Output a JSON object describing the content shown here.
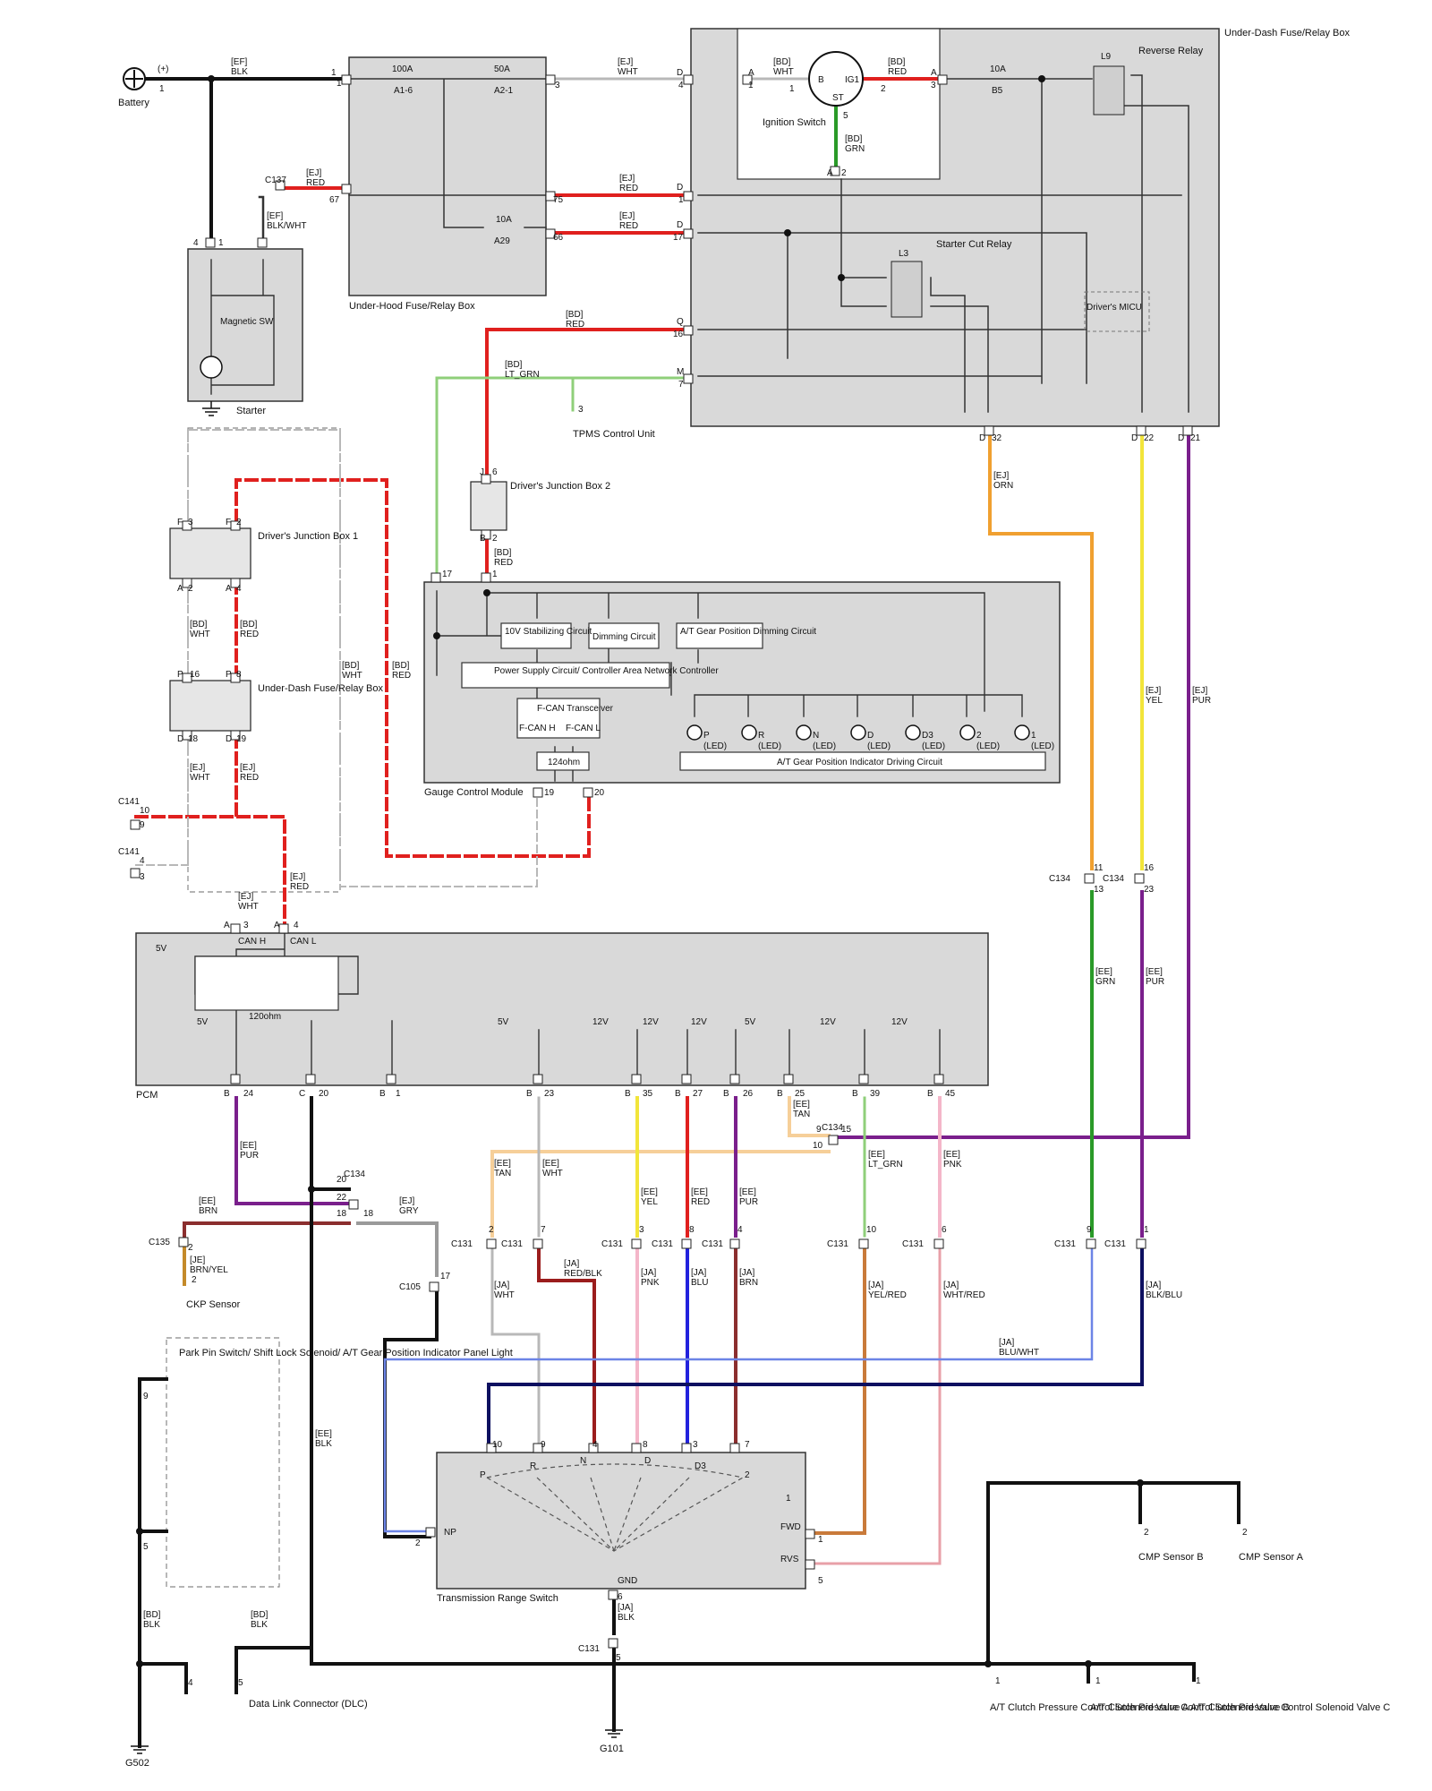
{
  "colors": {
    "BLK": "#111111",
    "RED": "#e0201e",
    "WHT": "#b8b8b8",
    "GRN": "#2a9a28",
    "LT_GRN": "#8fcf7a",
    "ORN": "#f0a030",
    "YEL": "#f2e53a",
    "PUR": "#7a1f8c",
    "BRN": "#8b2e2e",
    "GRY": "#9a9a9a",
    "TAN": "#f6cf99",
    "PNK": "#f4b6c9",
    "BLU": "#2222dd",
    "BLK_BLU": "#0d1060",
    "BLU_WHT": "#6c84e6",
    "YEL_RED": "#c97a3a",
    "WHT_RED": "#e8a0a8",
    "RED_BLK": "#9b1d1d",
    "BRN_YEL": "#c48a2a"
  },
  "components": {
    "battery": "Battery",
    "battery_plus": "(+)",
    "battery_pin": "1",
    "starter": "Starter",
    "magnetic_sw": "Magnetic SW",
    "underhood_box": "Under-Hood Fuse/Relay Box",
    "underdash_box": "Under-Dash Fuse/Relay Box",
    "ignition_switch": "Ignition Switch",
    "reverse_relay": "Reverse Relay",
    "starter_cut_relay": "Starter Cut Relay",
    "drivers_micu": "Driver's MICU",
    "tpms": "TPMS Control Unit",
    "djb2": "Driver's Junction Box 2",
    "djb1": "Driver's Junction Box 1",
    "udfrb_left": "Under-Dash Fuse/Relay Box",
    "gauge": "Gauge Control Module",
    "pcm": "PCM",
    "ckp": "CKP Sensor",
    "park_pin": "Park Pin Switch/ Shift Lock Solenoid/ A/T Gear Position Indicator Panel Light",
    "dlc": "Data Link Connector (DLC)",
    "g502": "G502",
    "g101": "G101",
    "trs": "Transmission Range Switch",
    "cmp_b": "CMP Sensor B",
    "cmp_a": "CMP Sensor A",
    "sol_a": "A/T Clutch Pressure Control Solenoid Valve A",
    "sol_b": "A/T Clutch Pressure Control Solenoid Valve B",
    "sol_c": "A/T Clutch Pressure Control Solenoid Valve C"
  },
  "fuses": {
    "f100": "100A",
    "f100_id": "A1-6",
    "f50": "50A",
    "f50_id": "A2-1",
    "f10a": "10A",
    "f10a_id": "A29",
    "f10b": "10A",
    "f10b_id": "B5"
  },
  "relays": {
    "l9": "L9",
    "l3": "L3"
  },
  "gauge_blocks": {
    "stab": "10V Stabilizing Circuit",
    "dim": "Dimming Circuit",
    "atdim": "A/T Gear Position Dimming Circuit",
    "psu": "Power Supply Circuit/ Controller Area Network Controller",
    "fcan": "F-CAN Transceiver",
    "fcanh": "F-CAN H",
    "fcanl": "F-CAN L",
    "res": "124ohm",
    "drv": "A/T Gear Position Indicator Driving Circuit",
    "leds": [
      "P",
      "R",
      "N",
      "D",
      "D3",
      "2",
      "1"
    ],
    "led_suffix": "(LED)"
  },
  "pcm_blocks": {
    "v5": "5V",
    "v12": "12V",
    "canh": "CAN H",
    "canl": "CAN L",
    "res": "120ohm"
  },
  "trs_blocks": {
    "positions": [
      "P",
      "R",
      "N",
      "D",
      "D3",
      "2",
      "1"
    ],
    "np": "NP",
    "fwd": "FWD",
    "rvs": "RVS",
    "gnd": "GND"
  },
  "wires": {
    "ef_blk": "[EF] BLK",
    "ej_wht_top": "[EJ] WHT",
    "bd_wht_ign": "[BD] WHT",
    "bd_red_ign": "[BD] RED",
    "bd_grn": "[BD] GRN",
    "ej_red_67": "[EJ] RED",
    "ej_red_75": "[EJ] RED",
    "ej_red_66": "[EJ] RED",
    "ef_blkwht": "[EF] BLK/WHT",
    "bd_red_16": "[BD] RED",
    "bd_ltgrn": "[BD] LT_GRN",
    "bd_red_djb2": "[BD] RED",
    "bd_wht_djb1": "[BD] WHT",
    "bd_red_djb1": "[BD] RED",
    "bd_wht_long": "[BD] WHT",
    "bd_red_long": "[BD] RED",
    "ej_wht_c141": "[EJ] WHT",
    "ej_red_c141": "[EJ] RED",
    "ej_red_pcm": "[EJ] RED",
    "ej_wht_pcm": "[EJ] WHT",
    "ej_orn": "[EJ] ORN",
    "ej_yel": "[EJ] YEL",
    "ej_pur": "[EJ] PUR",
    "ee_grn": "[EE] GRN",
    "ee_pur": "[EE] PUR",
    "ee_pur_b24": "[EE] PUR",
    "ee_brn": "[EE] BRN",
    "je_brnyel": "[JE] BRN/YEL",
    "ej_gry": "[EJ] GRY",
    "ee_blk": "[EE] BLK",
    "ee_tan_b25": "[EE] TAN",
    "ee_tan": "[EE] TAN",
    "ee_wht": "[EE] WHT",
    "ee_yel": "[EE] YEL",
    "ee_red": "[EE] RED",
    "ee_pur2": "[EE] PUR",
    "ee_ltgrn": "[EE] LT_GRN",
    "ee_pnk": "[EE] PNK",
    "ja_wht": "[JA] WHT",
    "ja_redblk": "[JA] RED/BLK",
    "ja_pnk": "[JA] PNK",
    "ja_blu": "[JA] BLU",
    "ja_brn": "[JA] BRN",
    "ja_yelred": "[JA] YEL/RED",
    "ja_whtred": "[JA] WHT/RED",
    "ja_blkblu": "[JA] BLK/BLU",
    "ja_bluwht": "[JA] BLU/WHT",
    "ja_blk": "[JA] BLK",
    "bd_blk_1": "[BD] BLK",
    "bd_blk_2": "[BD] BLK"
  },
  "connectors": {
    "c137": "C137",
    "c141a": "C141",
    "c141b": "C141",
    "c134a": "C134",
    "c134b": "C134",
    "c134c": "C134",
    "c134d": "C134",
    "c135": "C135",
    "c105": "C105",
    "c131": "C131"
  },
  "pins": {
    "t1": "1",
    "t1n": "1",
    "t4": "4",
    "t4n": "1",
    "ph3": "3",
    "d4": "D",
    "d4n": "4",
    "a1": "A",
    "a1n": "1",
    "a3": "A",
    "a3n": "3",
    "ign1": "1",
    "ign2": "2",
    "ign_b": "B",
    "ign_ig1": "IG1",
    "ign_st": "ST",
    "ign5": "5",
    "a2": "A",
    "a2n": "2",
    "p67": "67",
    "p75": "75",
    "d1": "D",
    "d1n": "1",
    "p66": "66",
    "d17": "D",
    "d17n": "17",
    "q16": "Q",
    "q16n": "16",
    "m7": "M",
    "m7n": "7",
    "tpms3": "3",
    "d32": "D",
    "d32n": "32",
    "d22": "D",
    "d22n": "22",
    "d21": "D",
    "d21n": "21",
    "j6": "J",
    "j6n": "6",
    "b2": "B",
    "b2n": "2",
    "g17": "17",
    "g1": "1",
    "g19": "19",
    "g20": "20",
    "f3": "F",
    "f3n": "3",
    "f2": "F",
    "f2n": "2",
    "a2l": "A",
    "a2ln": "2",
    "a4l": "A",
    "a4ln": "4",
    "p16": "P",
    "p16n": "16",
    "p8": "P",
    "p8n": "8",
    "d18": "D",
    "d18n": "18",
    "d19": "D",
    "d19n": "19",
    "c141_10": "10",
    "c141_9": "9",
    "c141_4": "4",
    "c141_3": "3",
    "pa3": "A",
    "pa3n": "3",
    "pa4": "A",
    "pa4n": "4",
    "b24": "B",
    "b24n": "24",
    "c20": "C",
    "c20n": "20",
    "b1": "B",
    "b1n": "1",
    "b23": "B",
    "b23n": "23",
    "b35": "B",
    "b35n": "35",
    "b27": "B",
    "b27n": "27",
    "b26": "B",
    "b26n": "26",
    "b25": "B",
    "b25n": "25",
    "b39": "B",
    "b39n": "39",
    "b45": "B",
    "b45n": "45",
    "s11": "11",
    "s13": "13",
    "s16": "16",
    "s23": "23",
    "s9": "9",
    "s15": "15",
    "s10": "10",
    "s20": "20",
    "s22": "22",
    "s18a": "18",
    "s18b": "18",
    "c135_2": "2",
    "ckp2": "2",
    "c105_17": "17",
    "c131_2": "2",
    "c131_7": "7",
    "c131_3": "3",
    "c131_8": "8",
    "c131_4": "4",
    "c131_10": "10",
    "c131_6": "6",
    "c131_9": "9",
    "c131_1": "1",
    "c131_5": "5",
    "t10": "10",
    "t9": "9",
    "t8": "8",
    "t3": "3",
    "t7": "7",
    "t2": "2",
    "t5": "5",
    "t6": "6",
    "pp9": "9",
    "pp5": "5",
    "dlc4": "4",
    "dlc5": "5",
    "cmpb2": "2",
    "cmpa2": "2",
    "sa1": "1",
    "sb1": "1",
    "sc1": "1"
  }
}
